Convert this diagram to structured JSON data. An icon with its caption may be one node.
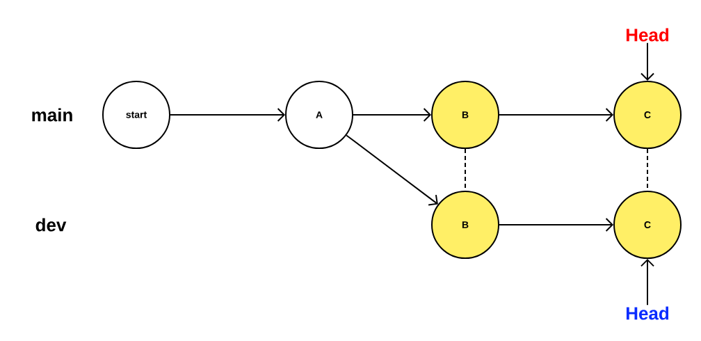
{
  "diagram": {
    "nodes": [
      {
        "text": [
          "Head"
        ]
      },
      {
        "text": [
          "start"
        ]
      },
      {
        "text": [
          "A"
        ]
      },
      {
        "text": [
          "B"
        ]
      },
      {
        "text": [
          "C"
        ]
      },
      {
        "text": [
          "B"
        ]
      },
      {
        "text": [
          "C"
        ]
      },
      {
        "text": [
          "Head"
        ]
      }
    ],
    "edges": [
      {
        "from": 1,
        "to": 2,
        "arrow": "to"
      },
      {
        "from": 2,
        "to": 3,
        "arrow": "to"
      },
      {
        "from": 2,
        "to": 5,
        "arrow": "to"
      },
      {
        "from": 3,
        "to": 4,
        "arrow": "to"
      },
      {
        "from": 5,
        "to": 6,
        "arrow": "to"
      },
      {
        "from": 0,
        "to": 4,
        "arrow": "to"
      },
      {
        "from": 7,
        "to": 6,
        "arrow": "to"
      },
      {
        "from": 3,
        "to": 5,
        "arrow": "none",
        "style": "dashed"
      },
      {
        "from": 4,
        "to": 6,
        "arrow": "none",
        "style": "dashed"
      }
    ],
    "labels": [
      "main",
      "dev"
    ]
  }
}
